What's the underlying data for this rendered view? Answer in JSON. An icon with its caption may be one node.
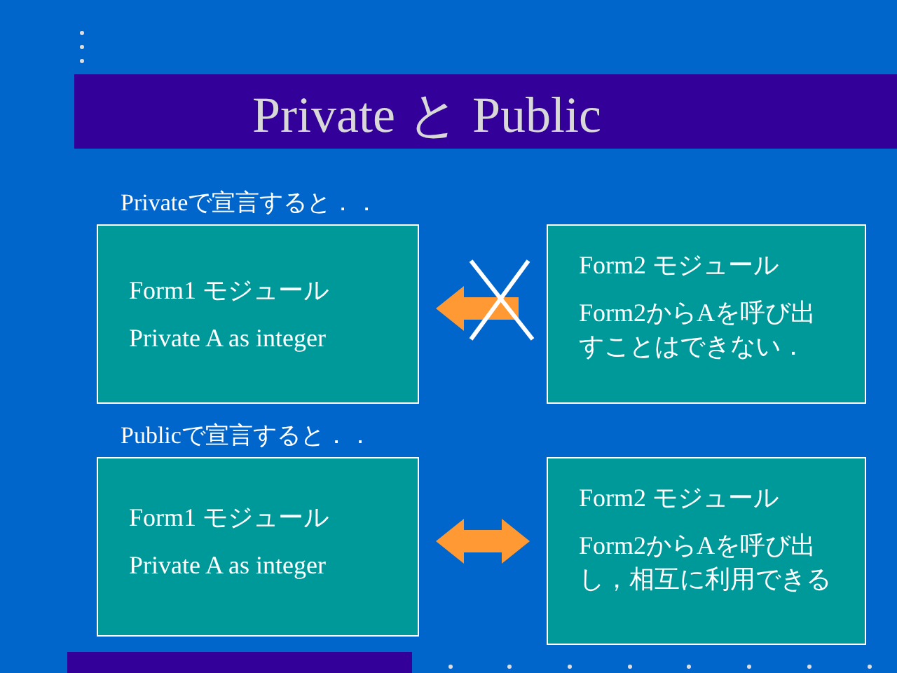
{
  "diagram": {
    "title": "Private と Public",
    "nodes": [
      {
        "text": [
          "Form1 モジュール",
          "Private A as integer"
        ]
      },
      {
        "text": [
          "Form2 モジュール",
          "Form2からAを呼び出すことはできない．"
        ]
      },
      {
        "text": [
          "Form1 モジュール",
          "Private A as integer"
        ]
      },
      {
        "text": [
          "Form2 モジュール",
          "Form2からAを呼び出し，相互に利用できる"
        ]
      }
    ],
    "edges": [
      {
        "from": 1,
        "to": 0,
        "arrow": "to"
      },
      {
        "from": 2,
        "to": 3,
        "arrow": "both"
      }
    ],
    "labels": [
      "Privateで宣言すると．．",
      "Publicで宣言すると．．"
    ]
  }
}
